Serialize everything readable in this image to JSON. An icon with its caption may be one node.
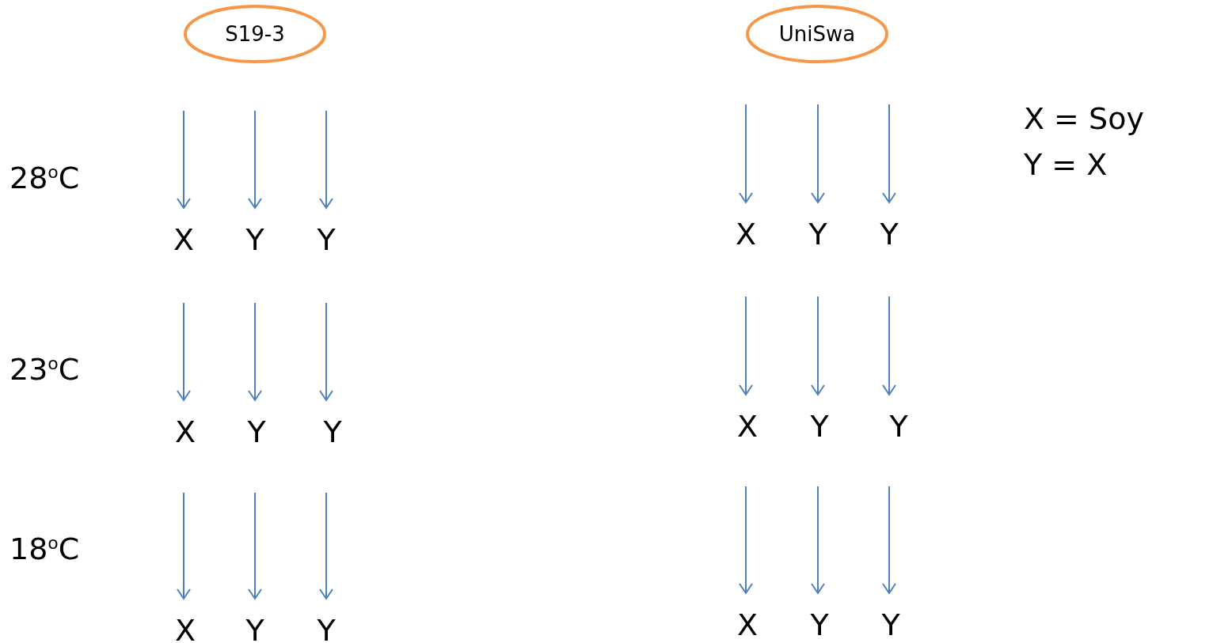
{
  "diagram": {
    "nodes": [
      {
        "text": [
          "S19-3"
        ]
      },
      {
        "text": [
          "UniSwa"
        ]
      },
      {
        "text": [
          "X"
        ]
      },
      {
        "text": [
          "Y"
        ]
      },
      {
        "text": [
          "Y"
        ]
      },
      {
        "text": [
          "X"
        ]
      },
      {
        "text": [
          "Y"
        ]
      },
      {
        "text": [
          "Y"
        ]
      },
      {
        "text": [
          "X"
        ]
      },
      {
        "text": [
          "Y"
        ]
      },
      {
        "text": [
          "Y"
        ]
      },
      {
        "text": [
          "X"
        ]
      },
      {
        "text": [
          "Y"
        ]
      },
      {
        "text": [
          "Y"
        ]
      },
      {
        "text": [
          "X"
        ]
      },
      {
        "text": [
          "Y"
        ]
      },
      {
        "text": [
          "Y"
        ]
      },
      {
        "text": [
          "X"
        ]
      },
      {
        "text": [
          "Y"
        ]
      },
      {
        "text": [
          "Y"
        ]
      }
    ],
    "edges": [
      {
        "from": null,
        "to": 2,
        "arrow": "to"
      },
      {
        "from": null,
        "to": 3,
        "arrow": "to"
      },
      {
        "from": null,
        "to": 4,
        "arrow": "to"
      },
      {
        "from": null,
        "to": 5,
        "arrow": "to"
      },
      {
        "from": null,
        "to": 6,
        "arrow": "to"
      },
      {
        "from": null,
        "to": 7,
        "arrow": "to"
      },
      {
        "from": null,
        "to": 8,
        "arrow": "to"
      },
      {
        "from": null,
        "to": 9,
        "arrow": "to"
      },
      {
        "from": null,
        "to": 10,
        "arrow": "to"
      },
      {
        "from": null,
        "to": 11,
        "arrow": "to"
      },
      {
        "from": null,
        "to": 12,
        "arrow": "to"
      },
      {
        "from": null,
        "to": 13,
        "arrow": "to"
      },
      {
        "from": null,
        "to": 14,
        "arrow": "to"
      },
      {
        "from": null,
        "to": 15,
        "arrow": "to"
      },
      {
        "from": null,
        "to": 16,
        "arrow": "to"
      },
      {
        "from": null,
        "to": 17,
        "arrow": "to"
      },
      {
        "from": null,
        "to": 18,
        "arrow": "to"
      },
      {
        "from": null,
        "to": 19,
        "arrow": "to"
      }
    ],
    "labels": [
      "X = Soy",
      "Y = X",
      "28$^{o}$C",
      "23$^{o}$C",
      "18$^{o}$C"
    ]
  }
}
